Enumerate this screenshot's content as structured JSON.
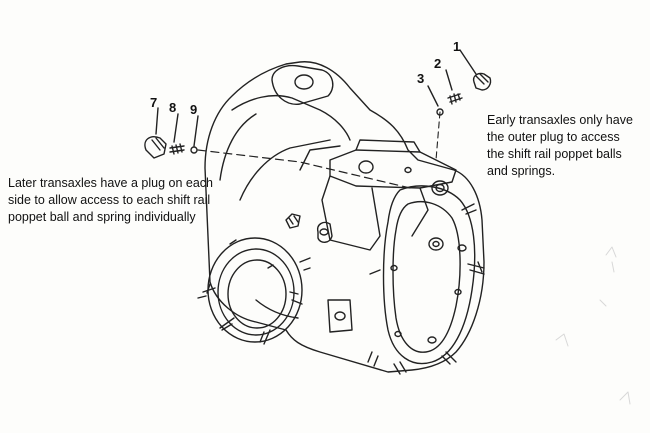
{
  "labels": {
    "part1": "1",
    "part2": "2",
    "part3": "3",
    "part7": "7",
    "part8": "8",
    "part9": "9"
  },
  "notes": {
    "later": "Later transaxles have a plug on each side to allow access to each shift rail poppet ball and spring individually",
    "early": "Early transaxles only have the outer plug to access the shift rail poppet balls and springs."
  }
}
